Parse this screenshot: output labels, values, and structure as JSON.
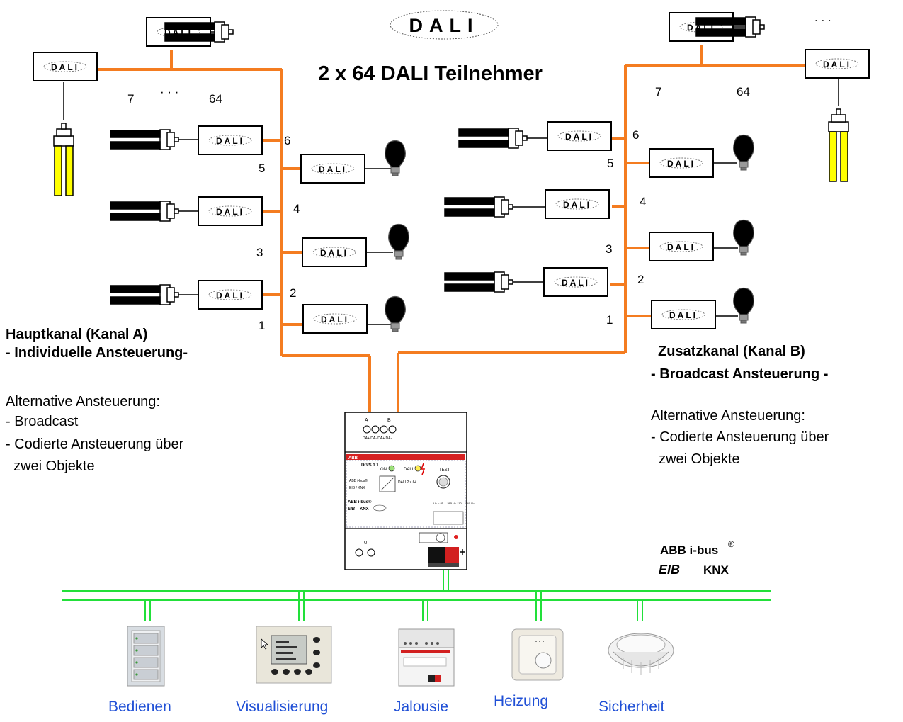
{
  "title": "2 x 64 DALI Teilnehmer",
  "logo": "DALI",
  "ballast_label": "DALI",
  "channel_a": {
    "heading": "Hauptkanal (Kanal A)",
    "subheading": "- Individuelle Ansteuerung-",
    "alt_heading": "Alternative Ansteuerung:",
    "alt_items": [
      "- Broadcast",
      "- Codierte Ansteuerung über",
      "  zwei Objekte"
    ],
    "numbers": [
      "7",
      "· · ·",
      "64",
      "6",
      "5",
      "4",
      "3",
      "2",
      "1"
    ]
  },
  "channel_b": {
    "heading": "Zusatzkanal (Kanal B)",
    "subheading": "- Broadcast Ansteuerung -",
    "alt_heading": "Alternative Ansteuerung:",
    "alt_items": [
      "- Codierte Ansteuerung über",
      "  zwei Objekte"
    ],
    "numbers": [
      "7",
      "64",
      "6",
      "5",
      "4",
      "3",
      "2",
      "1"
    ],
    "ellipsis": ". . ."
  },
  "gateway": {
    "brand": "ABB",
    "model": "DG/S 1.1",
    "on_label": "ON",
    "dali_label": "DALI",
    "test_label": "TEST",
    "bus_label": "ABB i-bus®",
    "eib_label": "EIB / KNX",
    "dali_out": "DALI 2 x 64",
    "bus_logo": "ABB i-bus®",
    "eib_logo": "EIB",
    "knx_logo": "KNX",
    "voltage": "Us = 85 ... 265 V~  110 ... 240 V=",
    "terminals": "DA+ DA- DA+ DA-",
    "channel_letters": [
      "A",
      "B"
    ]
  },
  "bus_brand": {
    "text": "ABB i-bus",
    "reg": "®",
    "eib": "EIB",
    "knx": "KNX"
  },
  "devices": [
    "Bedienen",
    "Visualisierung",
    "Jalousie",
    "Heizung",
    "Sicherheit"
  ],
  "colors": {
    "dali_line": "#f47c20",
    "bus_line": "#22e03a",
    "lamp_yellow": "#ffff00",
    "lamp_orange": "#f2b400",
    "lamp_pale": "#ffff99",
    "bulb_yellow": "#ffff00",
    "device_label": "#1f4fd6"
  }
}
